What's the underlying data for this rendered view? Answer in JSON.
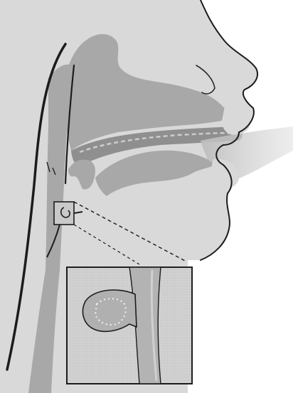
{
  "figure": {
    "labels": [],
    "colors": {
      "background": "#ffffff",
      "skin": "#d9d9d9",
      "tissue": "#a8a8a8",
      "tissue_dark": "#8f8f8f",
      "outline": "#1c1c1c",
      "airflow": "#c4c4c4",
      "inset_bg": "#c9c9c9",
      "pouch": "#b5b5b5",
      "cavity_dots": "#f2f2f2"
    },
    "parts": [
      "head-profile",
      "nasal-cavity",
      "hard-palate",
      "soft-palate",
      "tongue",
      "upper-lip",
      "lower-lip",
      "airflow-stream",
      "pharynx",
      "esophagus",
      "prosthesis-marker",
      "zoom-guide-lines",
      "detail-inset",
      "inset-tube",
      "inset-pouch"
    ]
  }
}
